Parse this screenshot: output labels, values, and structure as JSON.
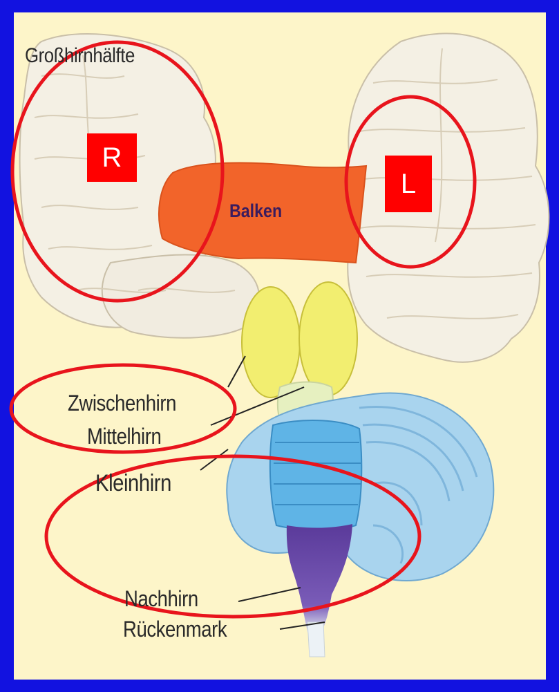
{
  "labels": {
    "hemisphere": "Großhirnhälfte",
    "balken": "Balken",
    "zwischenhirn": "Zwischenhirn",
    "mittelhirn": "Mittelhirn",
    "kleinhirn": "Kleinhirn",
    "nachhirn": "Nachhirn",
    "rueckenmark": "Rückenmark"
  },
  "markers": {
    "right": "R",
    "left": "L"
  },
  "colors": {
    "frame": "#1212e0",
    "background": "#fdf5c9",
    "cerebrum": "#f4f0e4",
    "corpus_callosum": "#f2642a",
    "diencephalon": "#f2ee70",
    "midbrain": "#e6f0c0",
    "cerebellum": "#a9d4ee",
    "pons": "#5fb4e6",
    "medulla": "#6a4aa6",
    "spinal_cord": "#ecf2f6",
    "highlight": "#e8141c"
  }
}
